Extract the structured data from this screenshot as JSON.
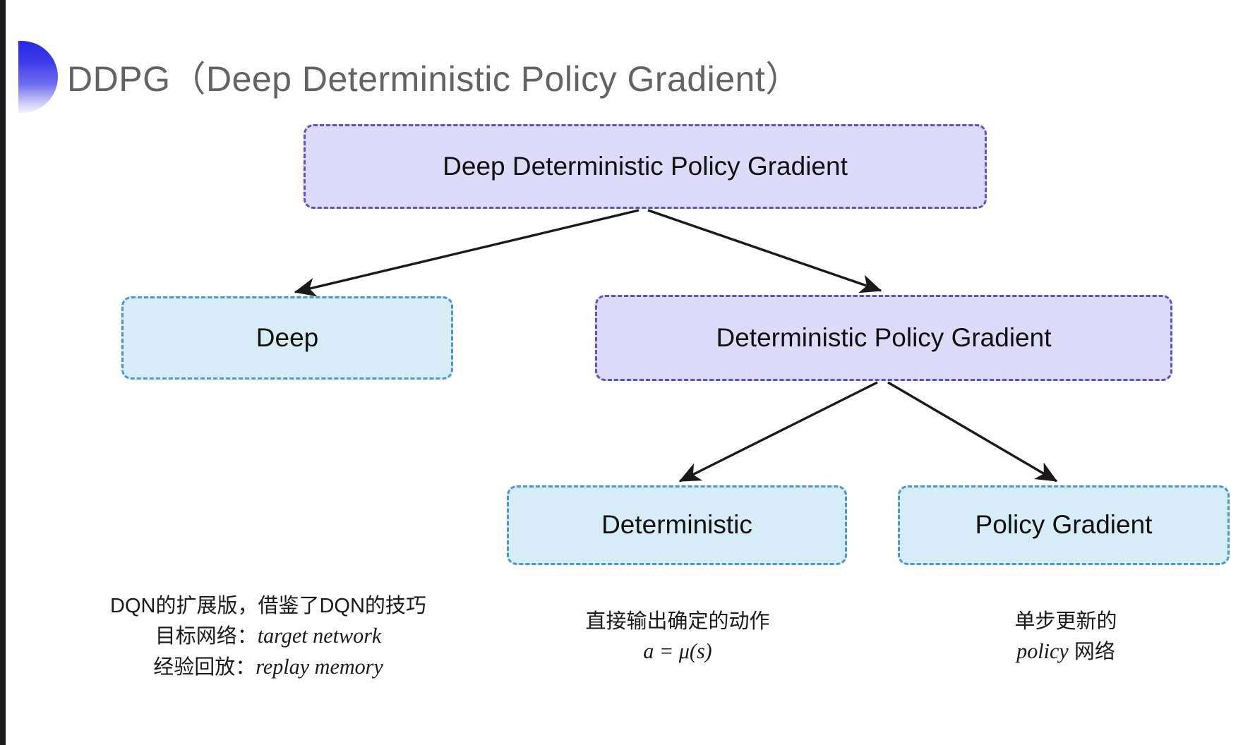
{
  "slide": {
    "title": "DDPG（Deep Deterministic Policy Gradient）",
    "accent_color": "#2a29e6",
    "title_color": "#636363"
  },
  "palette": {
    "purple_fill": "#dedbfa",
    "purple_border": "#5b50d6",
    "blue_fill": "#d6edf8",
    "blue_border": "#4a96d2",
    "arrow_color": "#1a1a1a"
  },
  "diagram": {
    "type": "tree",
    "nodes": [
      {
        "id": "root",
        "label": "Deep Deterministic Policy Gradient",
        "style": "purple",
        "level": 0
      },
      {
        "id": "deep",
        "label": "Deep",
        "style": "blue",
        "level": 1
      },
      {
        "id": "dpg",
        "label": "Deterministic Policy Gradient",
        "style": "purple",
        "level": 1
      },
      {
        "id": "det",
        "label": "Deterministic",
        "style": "blue",
        "level": 2
      },
      {
        "id": "pg",
        "label": "Policy Gradient",
        "style": "blue",
        "level": 2
      }
    ],
    "edges": [
      {
        "from": "root",
        "to": "deep"
      },
      {
        "from": "root",
        "to": "dpg"
      },
      {
        "from": "dpg",
        "to": "det"
      },
      {
        "from": "dpg",
        "to": "pg"
      }
    ]
  },
  "captions": {
    "deep": {
      "line1": "DQN的扩展版，借鉴了DQN的技巧",
      "line2_label": "目标网络：",
      "line2_term": "target network",
      "line3_label": "经验回放：",
      "line3_term": "replay memory"
    },
    "deterministic": {
      "line1": "直接输出确定的动作",
      "formula": "a = μ(s)"
    },
    "policy_gradient": {
      "line1": "单步更新的",
      "line2_term": "policy",
      "line2_suffix": " 网络"
    }
  }
}
